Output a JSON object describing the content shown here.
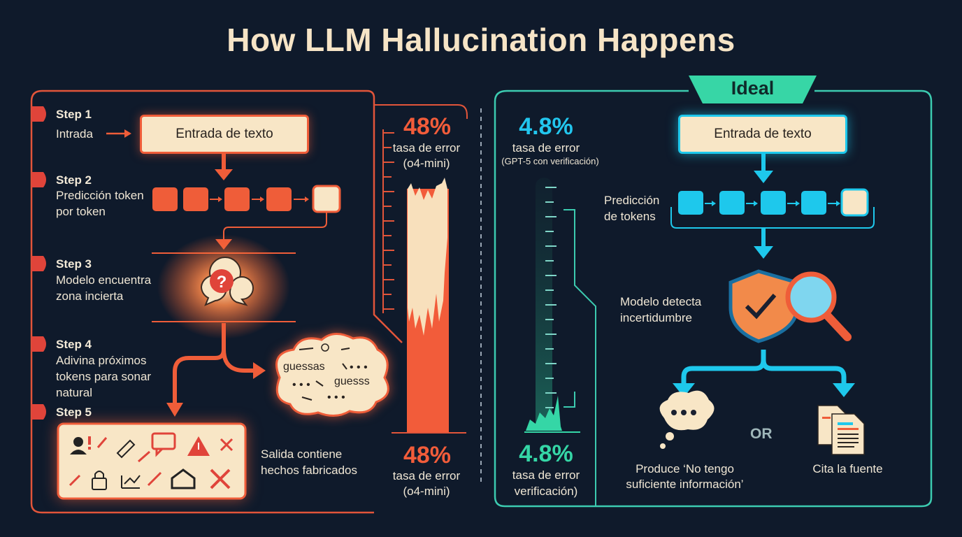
{
  "title": "How LLM Hallucination Happens",
  "left": {
    "steps": [
      {
        "label": "Step 1",
        "desc": "Intrada"
      },
      {
        "label": "Step 2",
        "desc": "Predicción token por token"
      },
      {
        "label": "Step 3",
        "desc": "Modelo encuentra zona incierta"
      },
      {
        "label": "Step 4",
        "desc": "Adivina próximos tokens para sonar natural"
      },
      {
        "label": "Step 5",
        "desc": ""
      }
    ],
    "input_box": "Entrada de texto",
    "guess_words": [
      "guessas",
      "guesss"
    ],
    "output_desc": "Salida contiene hechos fabricados",
    "top_metric": {
      "value": "48%",
      "label": "tasa de error",
      "sub": "(o4-mini)"
    },
    "bottom_metric": {
      "value": "48%",
      "label": "tasa de error",
      "sub": "(o4-mini)"
    }
  },
  "right": {
    "header": "Ideal",
    "input_box": "Entrada de texto",
    "pred_label": "Predicción de tokens",
    "detect_label": "Modelo detecta incertidumbre",
    "top_metric": {
      "value": "4.8%",
      "label": "tasa de error",
      "sub": "(GPT-5 con verificación)"
    },
    "bottom_metric": {
      "value": "4.8%",
      "label": "tasa de error",
      "sub": "verificación)"
    },
    "outcome_a": "Produce ‘No tengo suficiente información’",
    "or_label": "OR",
    "outcome_b": "Cita la fuente"
  },
  "colors": {
    "red": "#ef5d39",
    "cyan": "#1ec8ec",
    "green": "#35d6a6",
    "cream": "#f8e6c6",
    "bg": "#0f1a2b"
  }
}
